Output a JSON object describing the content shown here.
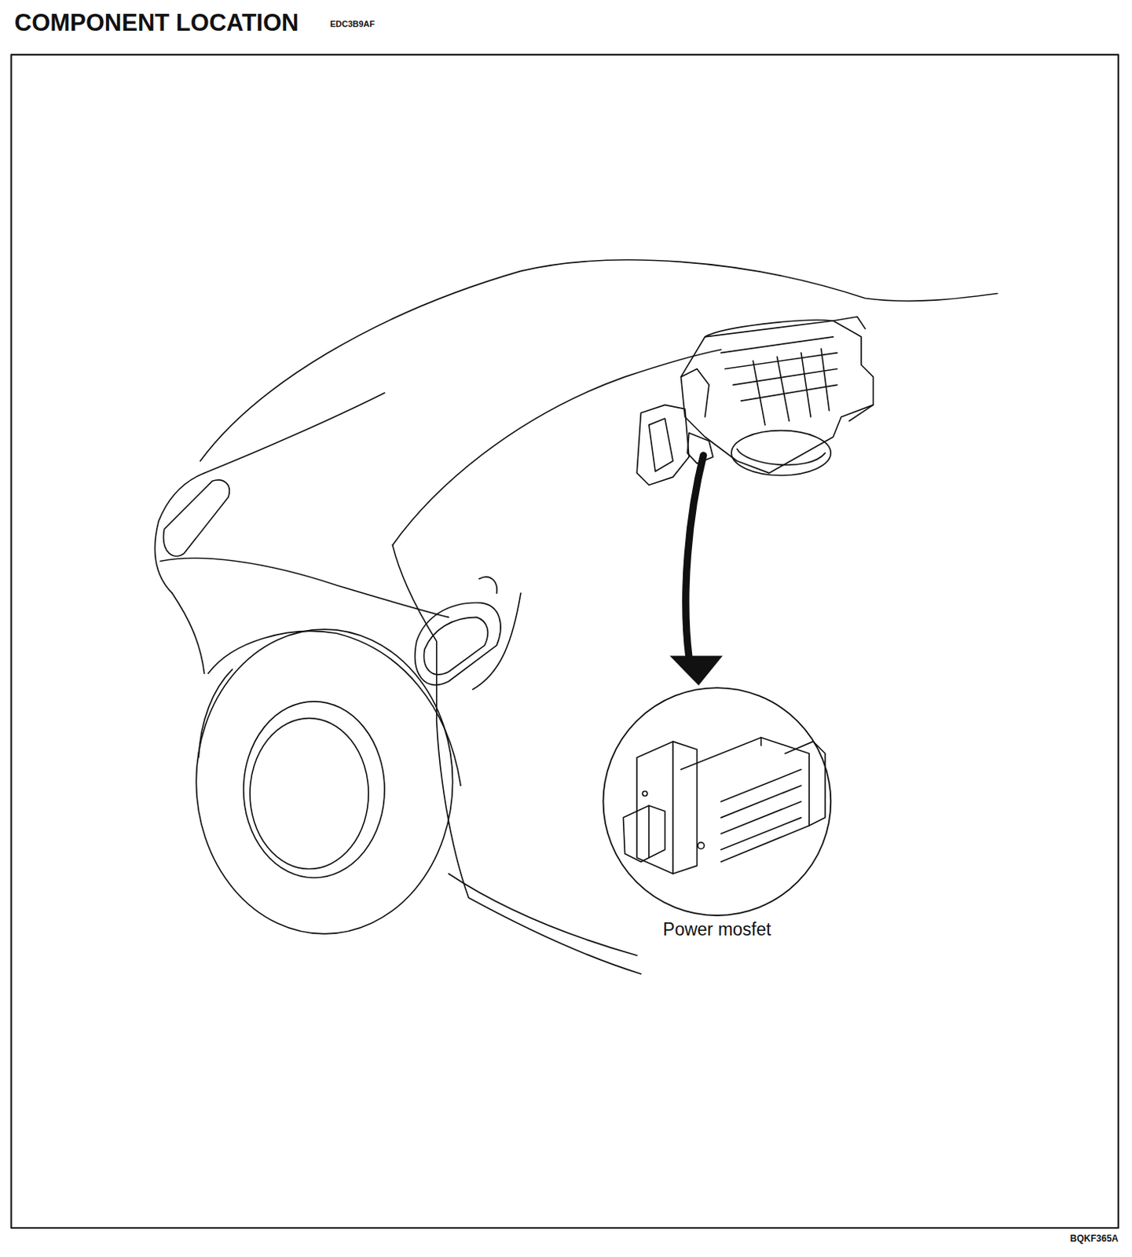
{
  "diagram": {
    "title": "COMPONENT LOCATION",
    "labels": [
      "EDC3B9AF",
      "Power mosfet",
      "BQKF365A"
    ]
  }
}
